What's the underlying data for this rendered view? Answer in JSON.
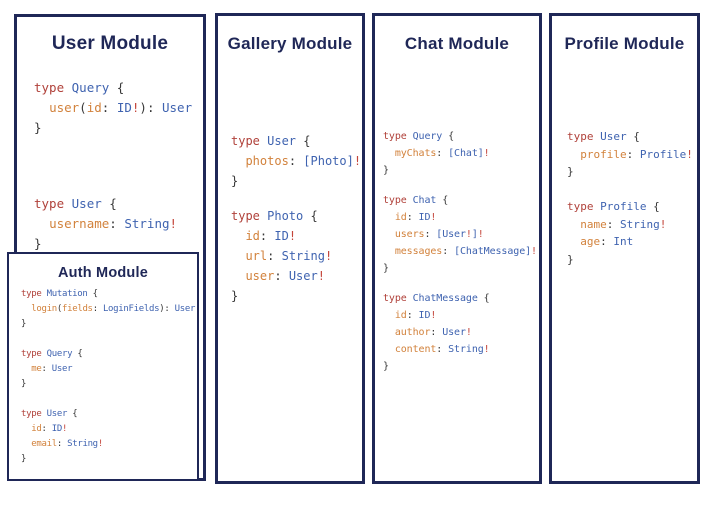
{
  "colors": {
    "border": "#1f2757",
    "title": "#1f2757",
    "keyword": "#b0413a",
    "typename": "#3f63b0",
    "field": "#d2823c",
    "punctuation": "#383838",
    "bang": "#c4453a",
    "background": "#ffffff"
  },
  "panels": {
    "user": {
      "title": "User Module",
      "blocks": [
        [
          [
            [
              "k",
              "type "
            ],
            [
              "t",
              "Query "
            ],
            [
              "p",
              "{"
            ]
          ],
          [
            [
              "p",
              "  "
            ],
            [
              "f",
              "user"
            ],
            [
              "p",
              "("
            ],
            [
              "f",
              "id"
            ],
            [
              "p",
              ": "
            ],
            [
              "t",
              "ID"
            ],
            [
              "b",
              "!"
            ],
            [
              "p",
              "): "
            ],
            [
              "t",
              "User"
            ]
          ],
          [
            [
              "p",
              "}"
            ]
          ]
        ],
        [
          [
            [
              "k",
              "type "
            ],
            [
              "t",
              "User "
            ],
            [
              "p",
              "{"
            ]
          ],
          [
            [
              "p",
              "  "
            ],
            [
              "f",
              "username"
            ],
            [
              "p",
              ": "
            ],
            [
              "t",
              "String"
            ],
            [
              "b",
              "!"
            ]
          ],
          [
            [
              "p",
              "}"
            ]
          ]
        ]
      ]
    },
    "auth": {
      "title": "Auth Module",
      "blocks": [
        [
          [
            [
              "k",
              "type "
            ],
            [
              "t",
              "Mutation "
            ],
            [
              "p",
              "{"
            ]
          ],
          [
            [
              "p",
              "  "
            ],
            [
              "f",
              "login"
            ],
            [
              "p",
              "("
            ],
            [
              "f",
              "fields"
            ],
            [
              "p",
              ": "
            ],
            [
              "t",
              "LoginFields"
            ],
            [
              "p",
              "): "
            ],
            [
              "t",
              "User"
            ]
          ],
          [
            [
              "p",
              "}"
            ]
          ],
          [],
          [
            [
              "k",
              "type "
            ],
            [
              "t",
              "Query "
            ],
            [
              "p",
              "{"
            ]
          ],
          [
            [
              "p",
              "  "
            ],
            [
              "f",
              "me"
            ],
            [
              "p",
              ": "
            ],
            [
              "t",
              "User"
            ]
          ],
          [
            [
              "p",
              "}"
            ]
          ],
          [],
          [
            [
              "k",
              "type "
            ],
            [
              "t",
              "User "
            ],
            [
              "p",
              "{"
            ]
          ],
          [
            [
              "p",
              "  "
            ],
            [
              "f",
              "id"
            ],
            [
              "p",
              ": "
            ],
            [
              "t",
              "ID"
            ],
            [
              "b",
              "!"
            ]
          ],
          [
            [
              "p",
              "  "
            ],
            [
              "f",
              "email"
            ],
            [
              "p",
              ": "
            ],
            [
              "t",
              "String"
            ],
            [
              "b",
              "!"
            ]
          ],
          [
            [
              "p",
              "}"
            ]
          ]
        ]
      ]
    },
    "gallery": {
      "title": "Gallery Module",
      "blocks": [
        [
          [
            [
              "k",
              "type "
            ],
            [
              "t",
              "User "
            ],
            [
              "p",
              "{"
            ]
          ],
          [
            [
              "p",
              "  "
            ],
            [
              "f",
              "photos"
            ],
            [
              "p",
              ": "
            ],
            [
              "t",
              "[Photo]"
            ],
            [
              "b",
              "!"
            ]
          ],
          [
            [
              "p",
              "}"
            ]
          ]
        ],
        [
          [
            [
              "k",
              "type "
            ],
            [
              "t",
              "Photo "
            ],
            [
              "p",
              "{"
            ]
          ],
          [
            [
              "p",
              "  "
            ],
            [
              "f",
              "id"
            ],
            [
              "p",
              ": "
            ],
            [
              "t",
              "ID"
            ],
            [
              "b",
              "!"
            ]
          ],
          [
            [
              "p",
              "  "
            ],
            [
              "f",
              "url"
            ],
            [
              "p",
              ": "
            ],
            [
              "t",
              "String"
            ],
            [
              "b",
              "!"
            ]
          ],
          [
            [
              "p",
              "  "
            ],
            [
              "f",
              "user"
            ],
            [
              "p",
              ": "
            ],
            [
              "t",
              "User"
            ],
            [
              "b",
              "!"
            ]
          ],
          [
            [
              "p",
              "}"
            ]
          ]
        ]
      ]
    },
    "chat": {
      "title": "Chat Module",
      "blocks": [
        [
          [
            [
              "k",
              "type "
            ],
            [
              "t",
              "Query "
            ],
            [
              "p",
              "{"
            ]
          ],
          [
            [
              "p",
              "  "
            ],
            [
              "f",
              "myChats"
            ],
            [
              "p",
              ": "
            ],
            [
              "t",
              "[Chat]"
            ],
            [
              "b",
              "!"
            ]
          ],
          [
            [
              "p",
              "}"
            ]
          ]
        ],
        [
          [
            [
              "k",
              "type "
            ],
            [
              "t",
              "Chat "
            ],
            [
              "p",
              "{"
            ]
          ],
          [
            [
              "p",
              "  "
            ],
            [
              "f",
              "id"
            ],
            [
              "p",
              ": "
            ],
            [
              "t",
              "ID"
            ],
            [
              "b",
              "!"
            ]
          ],
          [
            [
              "p",
              "  "
            ],
            [
              "f",
              "users"
            ],
            [
              "p",
              ": "
            ],
            [
              "t",
              "[User"
            ],
            [
              "b",
              "!"
            ],
            [
              "t",
              "]"
            ],
            [
              "b",
              "!"
            ]
          ],
          [
            [
              "p",
              "  "
            ],
            [
              "f",
              "messages"
            ],
            [
              "p",
              ": "
            ],
            [
              "t",
              "[ChatMessage]"
            ],
            [
              "b",
              "!"
            ]
          ],
          [
            [
              "p",
              "}"
            ]
          ]
        ],
        [
          [
            [
              "k",
              "type "
            ],
            [
              "t",
              "ChatMessage "
            ],
            [
              "p",
              "{"
            ]
          ],
          [
            [
              "p",
              "  "
            ],
            [
              "f",
              "id"
            ],
            [
              "p",
              ": "
            ],
            [
              "t",
              "ID"
            ],
            [
              "b",
              "!"
            ]
          ],
          [
            [
              "p",
              "  "
            ],
            [
              "f",
              "author"
            ],
            [
              "p",
              ": "
            ],
            [
              "t",
              "User"
            ],
            [
              "b",
              "!"
            ]
          ],
          [
            [
              "p",
              "  "
            ],
            [
              "f",
              "content"
            ],
            [
              "p",
              ": "
            ],
            [
              "t",
              "String"
            ],
            [
              "b",
              "!"
            ]
          ],
          [
            [
              "p",
              "}"
            ]
          ]
        ]
      ]
    },
    "profile": {
      "title": "Profile Module",
      "blocks": [
        [
          [
            [
              "k",
              "type "
            ],
            [
              "t",
              "User "
            ],
            [
              "p",
              "{"
            ]
          ],
          [
            [
              "p",
              "  "
            ],
            [
              "f",
              "profile"
            ],
            [
              "p",
              ": "
            ],
            [
              "t",
              "Profile"
            ],
            [
              "b",
              "!"
            ]
          ],
          [
            [
              "p",
              "}"
            ]
          ]
        ],
        [
          [
            [
              "k",
              "type "
            ],
            [
              "t",
              "Profile "
            ],
            [
              "p",
              "{"
            ]
          ],
          [
            [
              "p",
              "  "
            ],
            [
              "f",
              "name"
            ],
            [
              "p",
              ": "
            ],
            [
              "t",
              "String"
            ],
            [
              "b",
              "!"
            ]
          ],
          [
            [
              "p",
              "  "
            ],
            [
              "f",
              "age"
            ],
            [
              "p",
              ": "
            ],
            [
              "t",
              "Int"
            ]
          ],
          [
            [
              "p",
              "}"
            ]
          ]
        ]
      ]
    }
  }
}
